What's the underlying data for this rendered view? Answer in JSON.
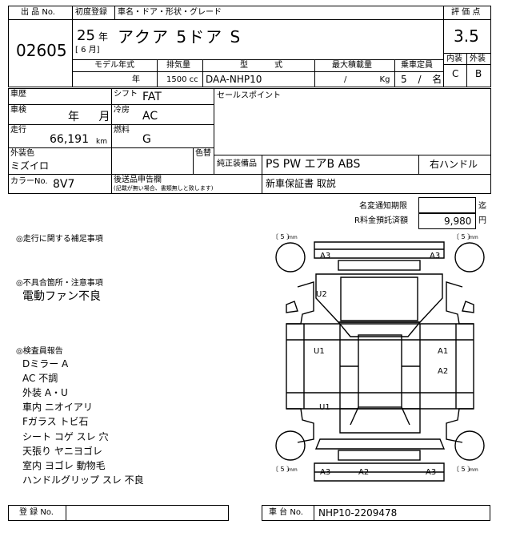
{
  "header": {
    "lot_no_label": "出 品 No.",
    "lot_no": "02605",
    "first_reg_label": "初度登録",
    "first_reg_year": "25",
    "year_unit": "年",
    "first_reg_month_bracket": "[ 6 月]",
    "car_name_label": "車名・ドア・形状・グレード",
    "car_name": "アクア 5ドア S",
    "score_label": "評 価 点",
    "score": "3.5",
    "interior_label": "内装",
    "exterior_label": "外装",
    "interior_grade": "C",
    "exterior_grade": "B"
  },
  "specs": {
    "model_year_label": "モデル年式",
    "model_year_unit": "年",
    "displacement_label": "排気量",
    "displacement": "1500 cc",
    "type_label": "型 式",
    "type": "DAA-NHP10",
    "max_load_label": "最大積載量",
    "max_load": "/ Kg",
    "capacity_label": "乗車定員",
    "capacity": "5 / 名"
  },
  "details": {
    "history_label": "車歴",
    "shift_label": "シフト",
    "shift": "FAT",
    "sales_point_label": "セールスポイント",
    "inspection_label": "車検",
    "inspection_value": "年 月",
    "ac_label": "冷房",
    "ac": "AC",
    "mileage_label": "走行",
    "mileage": "66,191",
    "mileage_unit": "km",
    "fuel_label": "燃料",
    "fuel": "G",
    "color_label": "外装色",
    "color": "ミズイロ",
    "color_change_label": "色替",
    "equipment_label": "純正装備品",
    "equipment": "PS PW エアB ABS",
    "steering": "右ハンドル",
    "color_no_label": "カラーNo.",
    "color_no": "8V7",
    "post_delivery_label": "後送品申告欄",
    "post_delivery_note": "(記載が無い場合、書類無しと致します)",
    "warranty_doc": "新車保証書 取説",
    "name_change_label": "名変通知期限",
    "name_change_unit": "迄",
    "recycle_label": "R料金預託済額",
    "recycle_fee": "9,980",
    "recycle_unit": "円"
  },
  "notes": {
    "driving_title": "◎走行に関する補足事項",
    "defects_title": "◎不具合箇所・注意事項",
    "defects": [
      "電動ファン不良"
    ],
    "inspector_title": "◎検査員報告",
    "inspector": [
      "Dミラー A",
      "AC 不調",
      "外装 A・U",
      "車内 ニオイアリ",
      "Fガラス トビ石",
      "シート コゲ スレ 穴",
      "天張り ヤニヨゴレ",
      "室内 ヨゴレ 動物毛",
      "ハンドルグリップ スレ 不良"
    ]
  },
  "diagram": {
    "tire_top_left": "〔 5 〕",
    "tire_top_right": "〔 5 〕",
    "tire_bottom_left": "〔 5 〕",
    "tire_bottom_right": "〔 5 〕",
    "tire_unit": "mm",
    "marks": {
      "front_bumper_left": "A3",
      "front_bumper_right": "A3",
      "hood": "U2",
      "left_front_door": "U1",
      "right_front_door": "A1",
      "right_rear_door": "A2",
      "left_rear_door": "U1",
      "rear_bumper_left": "A3",
      "rear_bumper_center": "A2",
      "rear_bumper_right": "A3"
    }
  },
  "footer": {
    "reg_no_label": "登 録 No.",
    "chassis_label": "車 台 No.",
    "chassis_no": "NHP10-2209478"
  }
}
